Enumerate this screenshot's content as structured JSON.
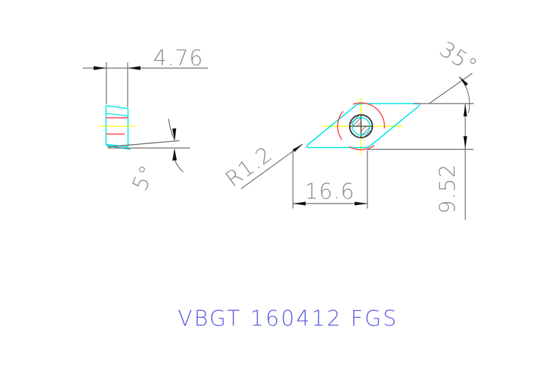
{
  "title": {
    "text": "VBGT 160412 FGS"
  },
  "dims": {
    "thickness": "4.76",
    "clearance_angle": "5°",
    "nose_radius": "R1.2",
    "edge_length": "16.6",
    "width": "9.52",
    "nose_angle": "35°"
  },
  "colors": {
    "outline_cyan": "#00e4e4",
    "chipbreaker_red": "#ff4444",
    "centerline_yellow": "#ffff00",
    "dimension_gray": "#6a6a6a",
    "text_gray": "#8a8a8a",
    "title_blue": "#5a5ae0",
    "arrow_black": "#111111",
    "hole_dark": "#3c3c3c"
  }
}
